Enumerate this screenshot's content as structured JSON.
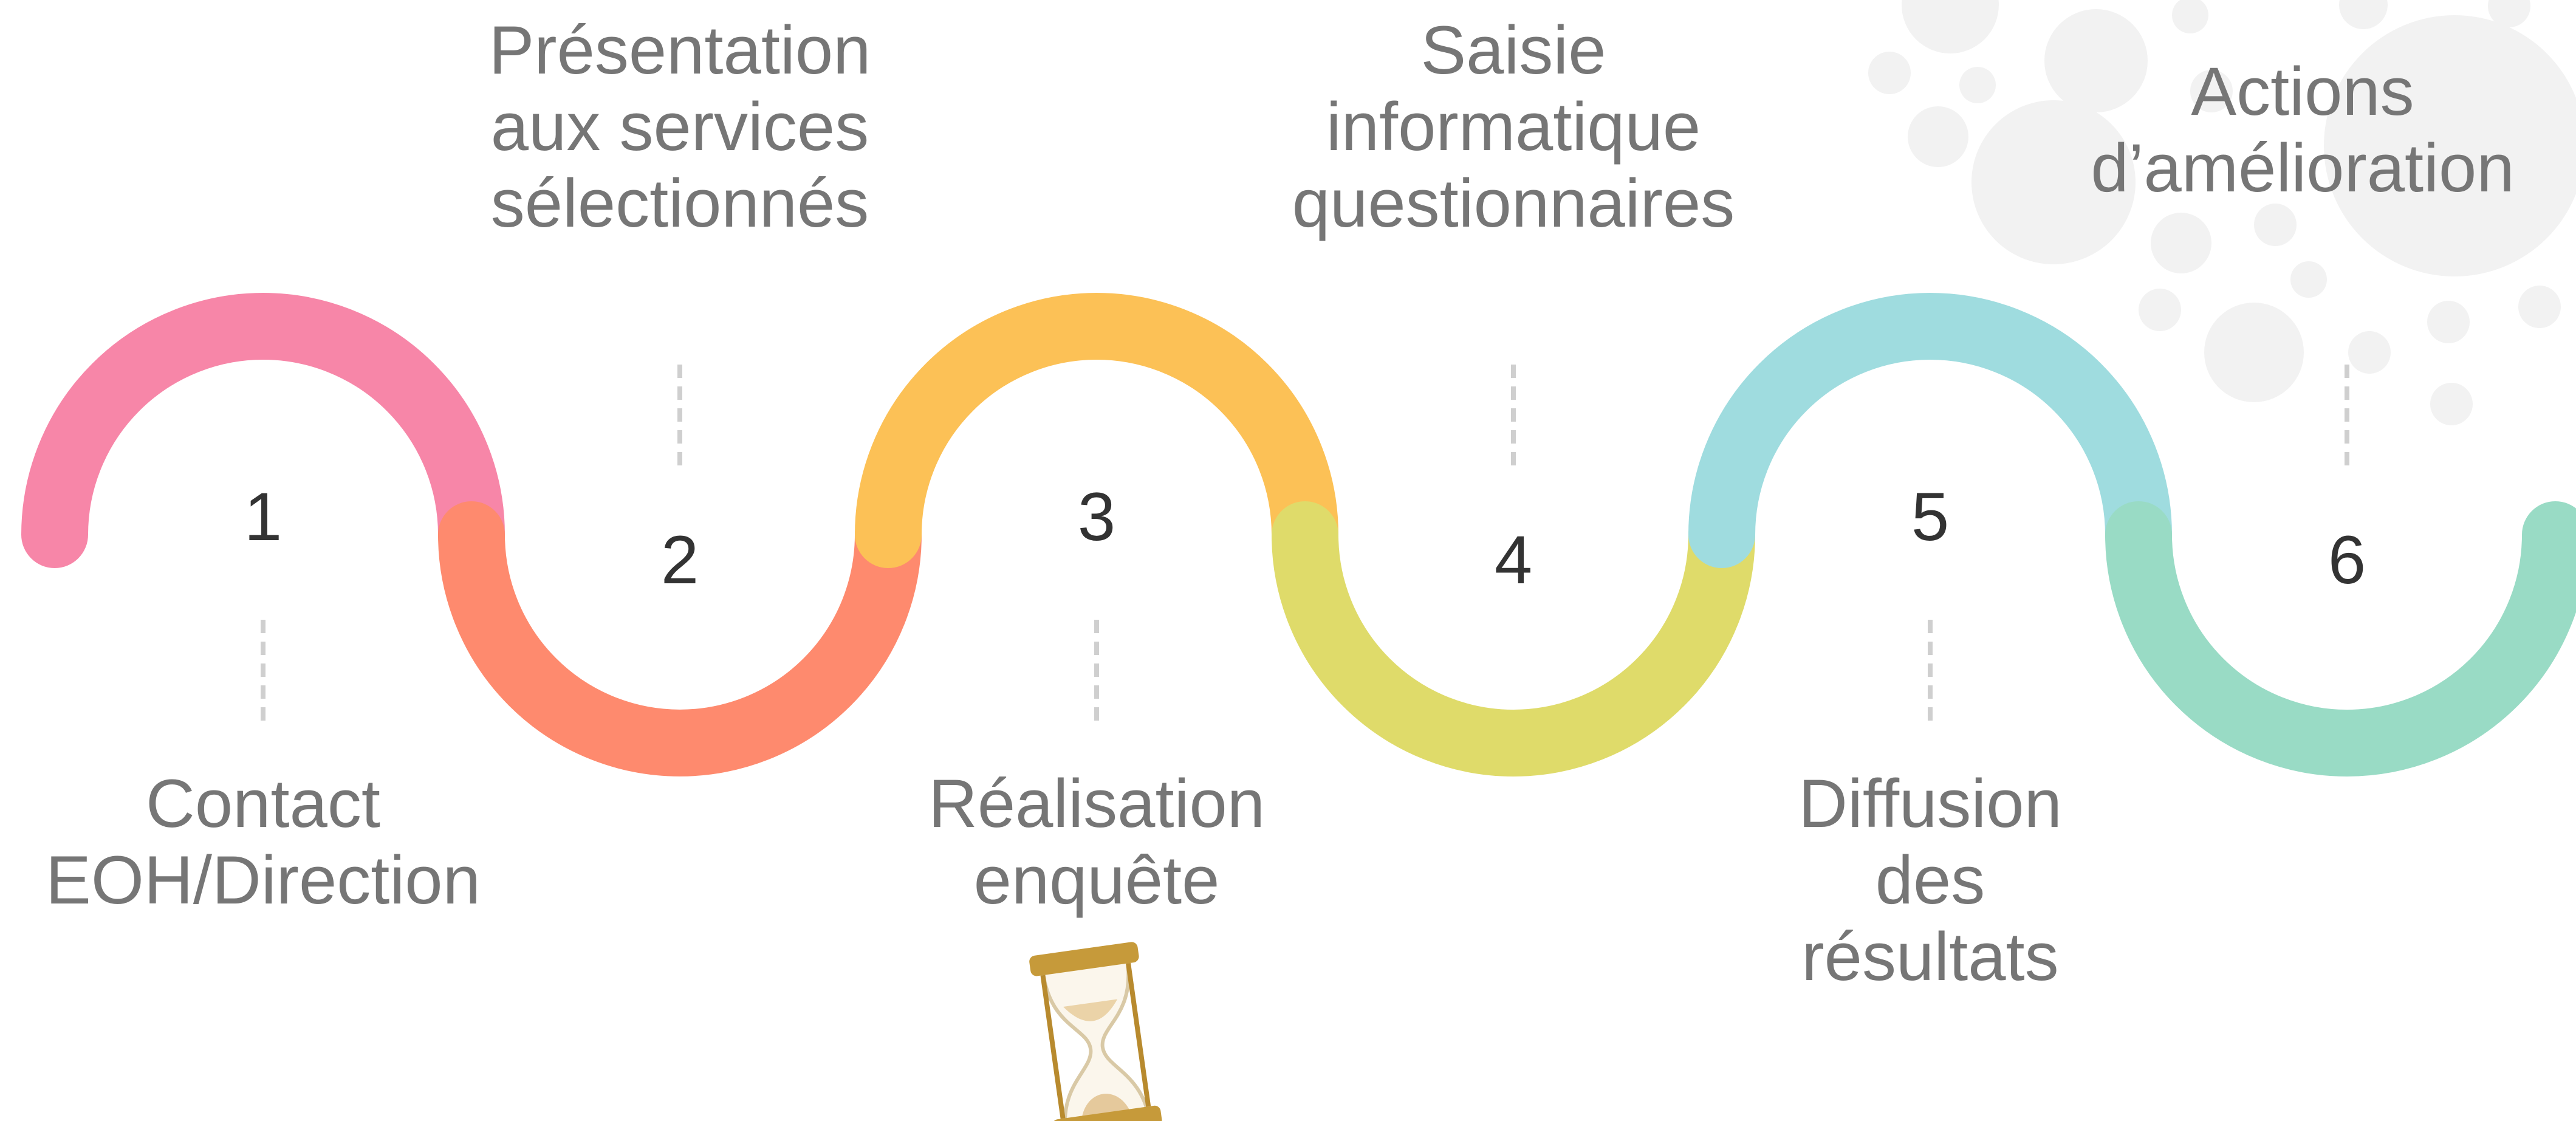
{
  "steps": [
    {
      "number": "1",
      "label_lines": [
        "Contact",
        "EOH/Direction"
      ],
      "color": "#F786A8"
    },
    {
      "number": "2",
      "label_lines": [
        "Présentation",
        "aux services",
        "sélectionnés"
      ],
      "color": "#FE8A6E"
    },
    {
      "number": "3",
      "label_lines": [
        "Réalisation",
        "enquête"
      ],
      "color": "#FCC156"
    },
    {
      "number": "4",
      "label_lines": [
        "Saisie",
        "informatique",
        "questionnaires"
      ],
      "color": "#DFDB6A"
    },
    {
      "number": "5",
      "label_lines": [
        "Diffusion",
        "des",
        "résultats"
      ],
      "color": "#9FDCDF"
    },
    {
      "number": "6",
      "label_lines": [
        "Actions",
        "d’amélioration"
      ],
      "color": "#99DBC5"
    }
  ],
  "colors": {
    "text": "#767676",
    "number": "#333333",
    "connector": "#CFCFCF",
    "bubbles": "#F2F2F2"
  },
  "icons": {
    "hourglass": "hourglass-icon"
  }
}
